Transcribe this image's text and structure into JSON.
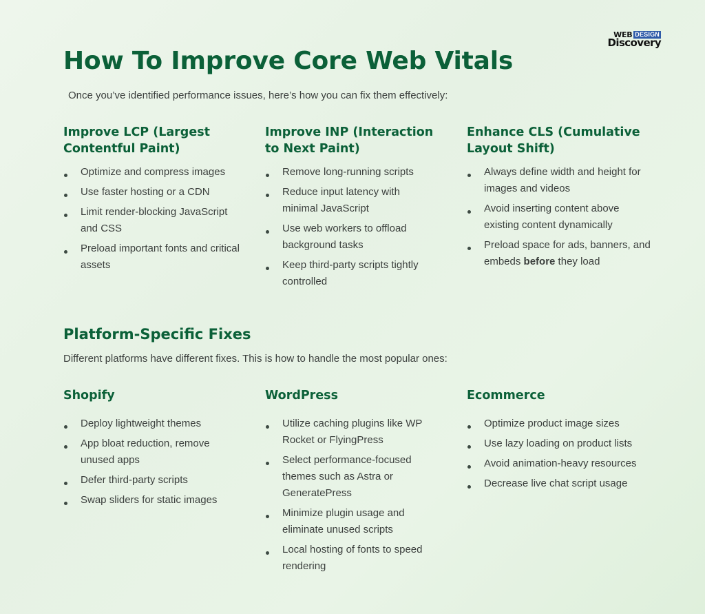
{
  "logo": {
    "top_left": "WEB",
    "top_right": "DESIGN",
    "bottom": "Discovery"
  },
  "title": "How To Improve Core Web Vitals",
  "intro": "Once you’ve identified performance issues, here’s how you can fix them effectively:",
  "vitals": [
    {
      "heading_l1": "Improve LCP (Largest",
      "heading_l2": "Contentful Paint)",
      "items": [
        "Optimize and compress images",
        "Use faster hosting or a CDN",
        "Limit render-blocking JavaScript and CSS",
        "Preload important fonts and critical assets"
      ]
    },
    {
      "heading_l1": "Improve INP (Interaction",
      "heading_l2": "to Next Paint)",
      "items": [
        "Remove long-running scripts",
        "Reduce input latency with minimal JavaScript",
        "Use web workers to offload background tasks",
        "Keep third-party scripts tightly controlled"
      ]
    },
    {
      "heading_l1": "Enhance CLS (Cumulative",
      "heading_l2": "Layout Shift)",
      "items": [
        "Always define width and height for images and videos",
        "Avoid inserting content above existing content dynamically"
      ],
      "last_item": {
        "pre": "Preload space for ads, banners, and embeds ",
        "bold": "before",
        "post": " they load"
      }
    }
  ],
  "section2": {
    "title": "Platform-Specific Fixes",
    "intro": "Different platforms have different fixes. This is how to handle the most popular ones:"
  },
  "platforms": [
    {
      "heading": "Shopify",
      "items": [
        "Deploy lightweight themes",
        "App bloat reduction, remove unused apps",
        "Defer third-party scripts",
        "Swap sliders for static images"
      ]
    },
    {
      "heading": "WordPress",
      "items": [
        "Utilize caching plugins like WP Rocket or FlyingPress",
        "Select performance-focused themes such as Astra or GeneratePress",
        "Minimize plugin usage and eliminate unused scripts",
        "Local hosting of fonts to speed rendering"
      ]
    },
    {
      "heading": "Ecommerce",
      "items": [
        "Optimize product image sizes",
        "Use lazy loading on product lists",
        "Avoid animation-heavy resources",
        "Decrease live chat script usage"
      ]
    }
  ],
  "colors": {
    "heading_green": "#0b6038",
    "body_text": "#3b3f3d",
    "logo_blue": "#2e5aa8"
  }
}
